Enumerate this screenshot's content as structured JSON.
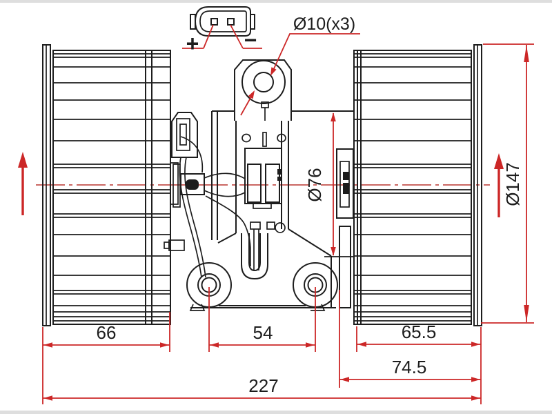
{
  "drawing": {
    "callouts": {
      "mount_hole": "Ø10(x3)",
      "plus": "+",
      "minus": "−"
    },
    "dimensions": {
      "left_cage_width": "66",
      "mount_hole_spacing": "54",
      "right_cage_width": "65.5",
      "right_overall_width": "74.5",
      "overall_length": "227",
      "motor_diameter": "Ø76",
      "cage_diameter": "Ø147"
    },
    "colors": {
      "line": "#1d1d1d",
      "dimension": "#cc2727",
      "centerline": "#c2504c",
      "text": "#1d1d1d",
      "background": "#ffffff"
    }
  }
}
